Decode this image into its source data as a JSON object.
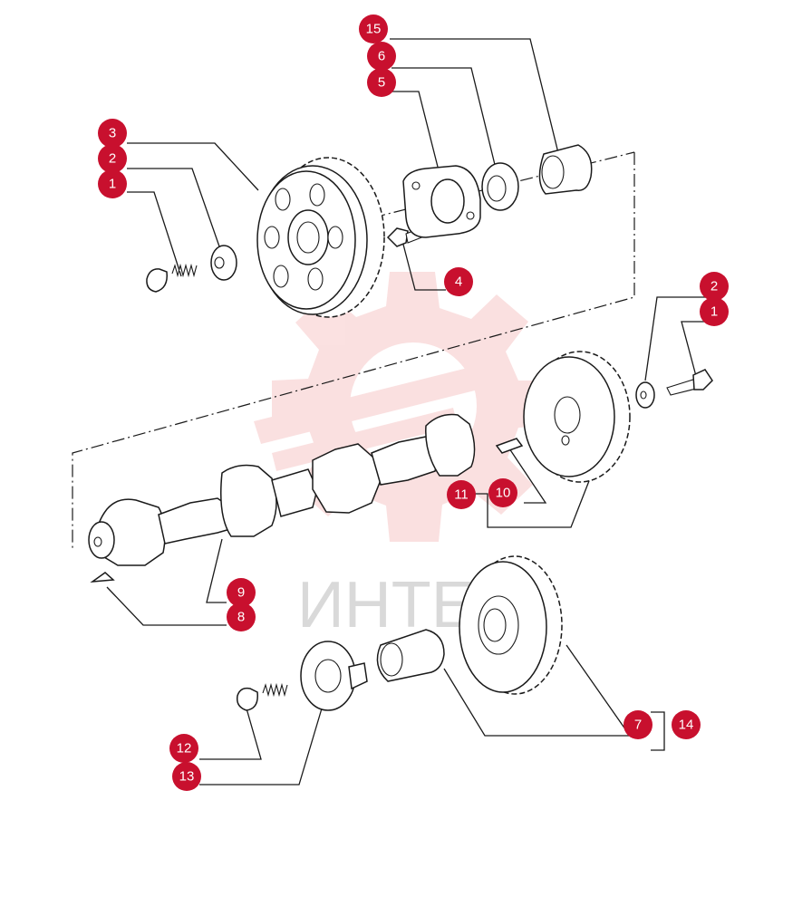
{
  "watermark": {
    "text": "ИНТЕ",
    "color": "#f5c6c6"
  },
  "badge_color": "#c8102e",
  "callouts": [
    {
      "id": "c15",
      "label": "15"
    },
    {
      "id": "c6a",
      "label": "6"
    },
    {
      "id": "c5a",
      "label": "5"
    },
    {
      "id": "c3",
      "label": "3"
    },
    {
      "id": "c2a",
      "label": "2"
    },
    {
      "id": "c1a",
      "label": "1"
    },
    {
      "id": "c4",
      "label": "4"
    },
    {
      "id": "c2b",
      "label": "2"
    },
    {
      "id": "c1b",
      "label": "1"
    },
    {
      "id": "c11",
      "label": "11"
    },
    {
      "id": "c10",
      "label": "10"
    },
    {
      "id": "c9",
      "label": "9"
    },
    {
      "id": "c8",
      "label": "8"
    },
    {
      "id": "c7",
      "label": "7"
    },
    {
      "id": "c14",
      "label": "14"
    },
    {
      "id": "c12",
      "label": "12"
    },
    {
      "id": "c13",
      "label": "13"
    }
  ]
}
